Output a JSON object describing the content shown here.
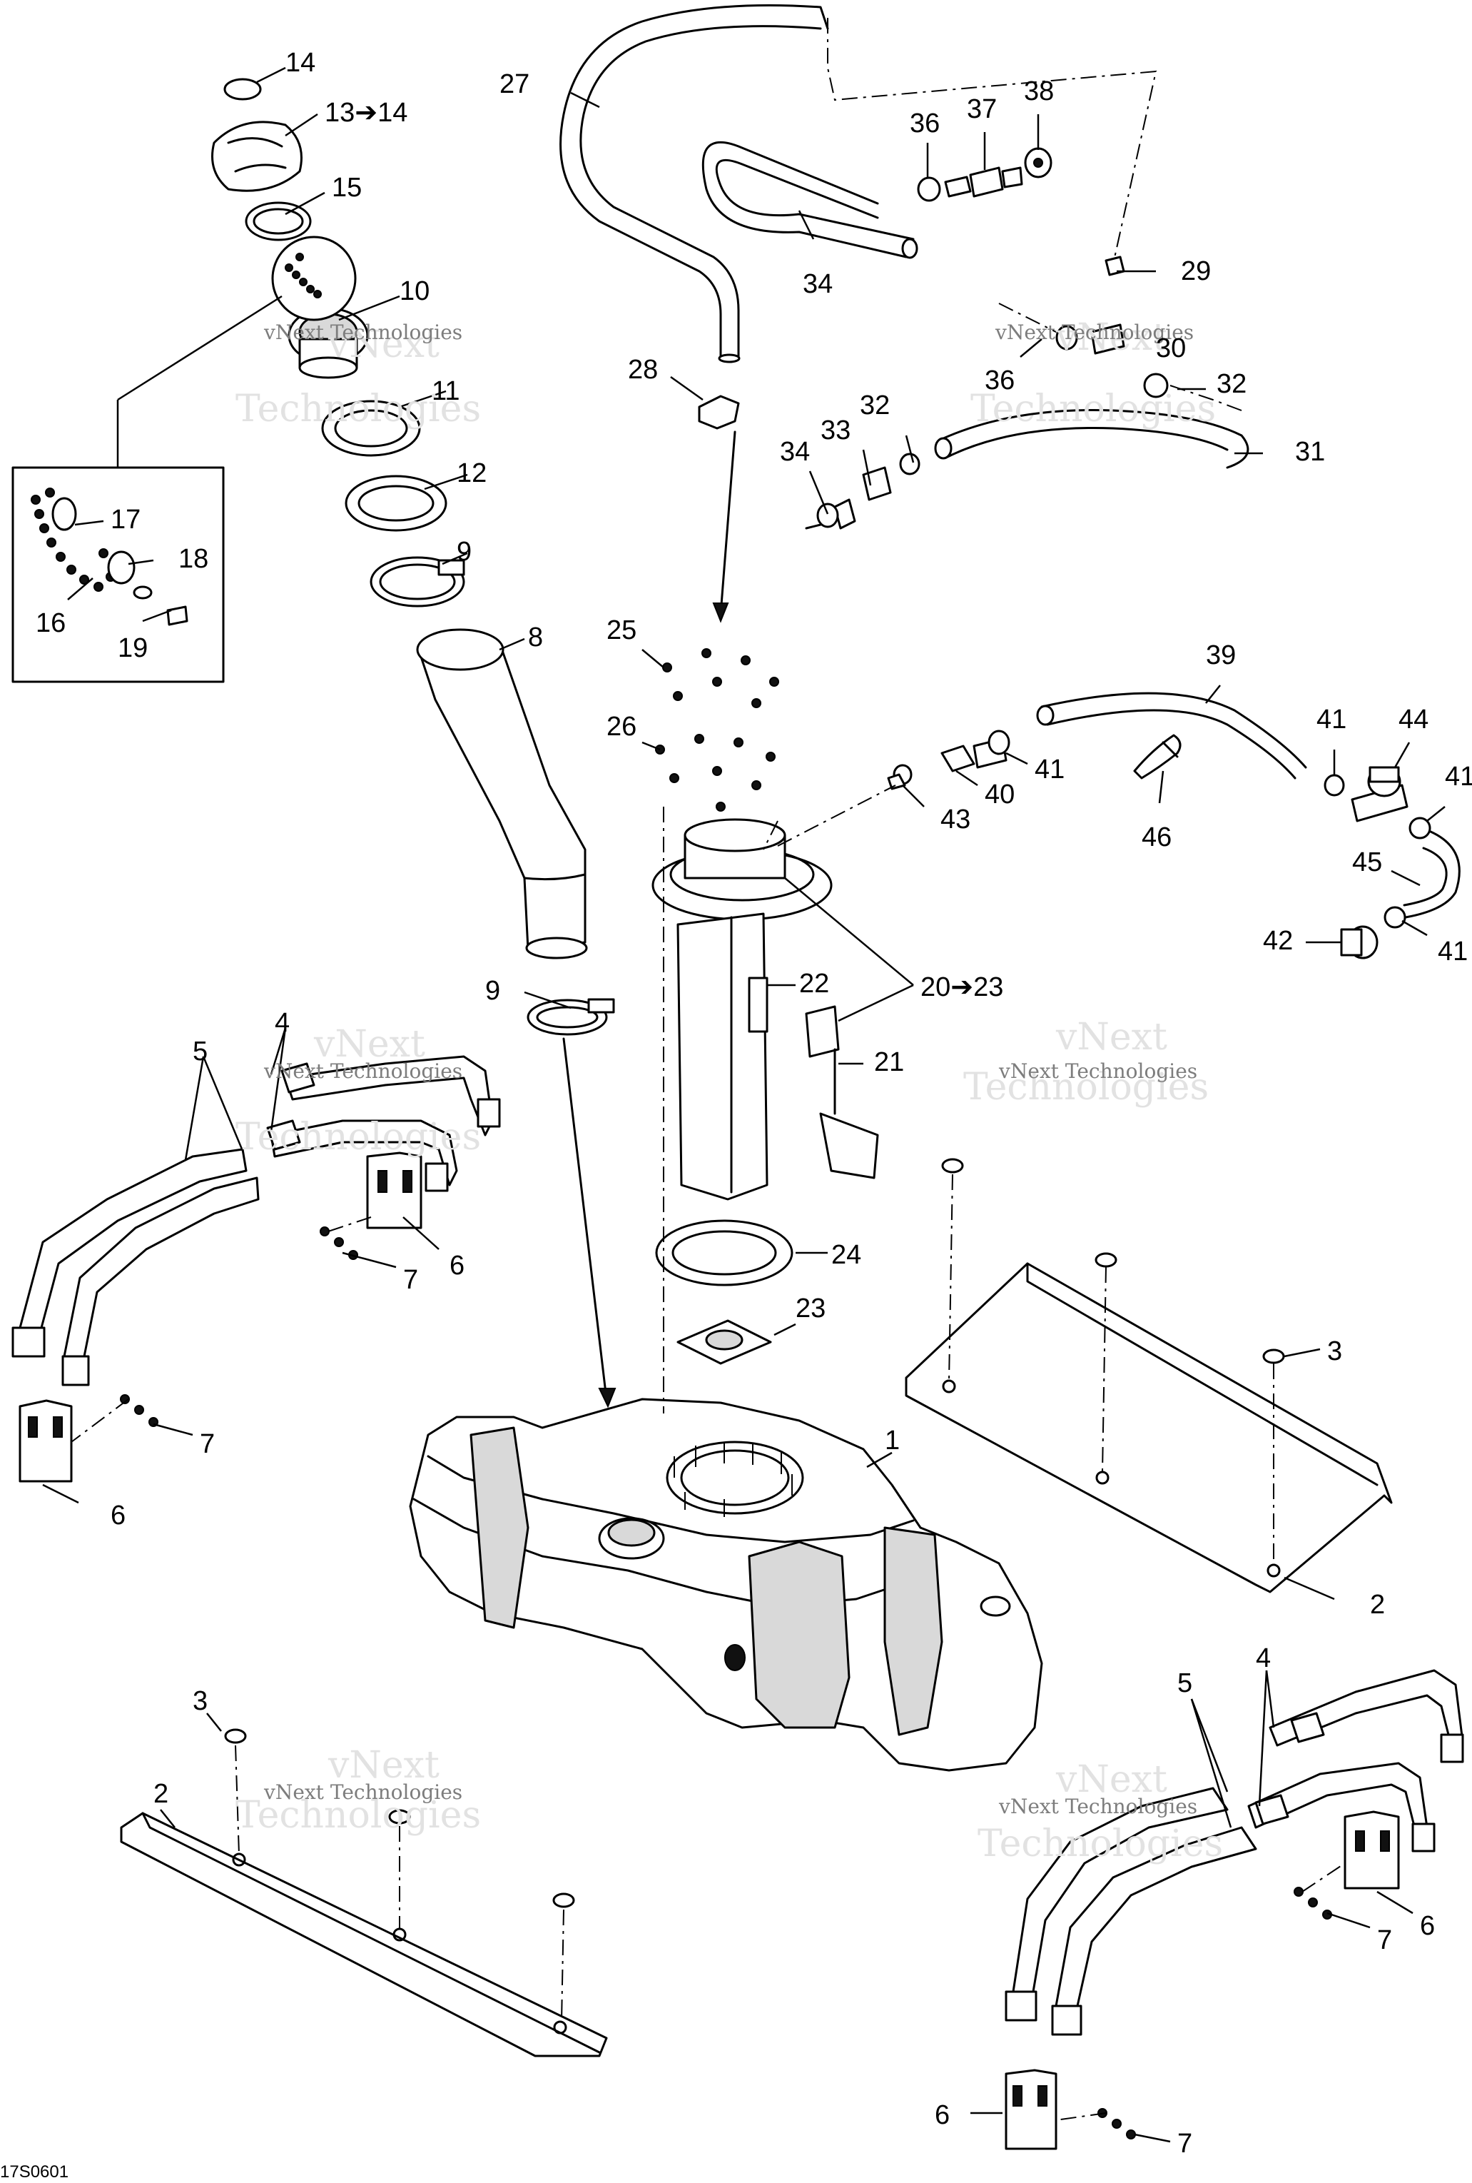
{
  "callouts": {
    "c1": "1",
    "c2a": "2",
    "c2b": "2",
    "c3a": "3",
    "c3b": "3",
    "c4a": "4",
    "c4b": "4",
    "c5a": "5",
    "c5b": "5",
    "c6a": "6",
    "c6b": "6",
    "c6c": "6",
    "c6d": "6",
    "c7a": "7",
    "c7b": "7",
    "c7c": "7",
    "c7d": "7",
    "c8": "8",
    "c9a": "9",
    "c9b": "9",
    "c10": "10",
    "c11": "11",
    "c12": "12",
    "c13": "13➔14",
    "c14": "14",
    "c15": "15",
    "c16": "16",
    "c17": "17",
    "c18": "18",
    "c19": "19",
    "c20": "20➔23",
    "c21": "21",
    "c22": "22",
    "c23": "23",
    "c24": "24",
    "c25": "25",
    "c26": "26",
    "c27": "27",
    "c28": "28",
    "c29": "29",
    "c30": "30",
    "c31": "31",
    "c32a": "32",
    "c32b": "32",
    "c33": "33",
    "c34a": "34",
    "c34b": "34",
    "c36a": "36",
    "c36b": "36",
    "c37": "37",
    "c38": "38",
    "c39": "39",
    "c40": "40",
    "c41a": "41",
    "c41b": "41",
    "c41c": "41",
    "c41d": "41",
    "c42": "42",
    "c43": "43",
    "c44": "44",
    "c45": "45",
    "c46": "46"
  },
  "watermark": {
    "line1": "vNext",
    "line2": "Technologies",
    "full": "vNext Technologies"
  },
  "diagram_code": "17S0601",
  "colors": {
    "ink": "#000000",
    "paper": "#ffffff",
    "watermark": "#bdbdbd"
  }
}
